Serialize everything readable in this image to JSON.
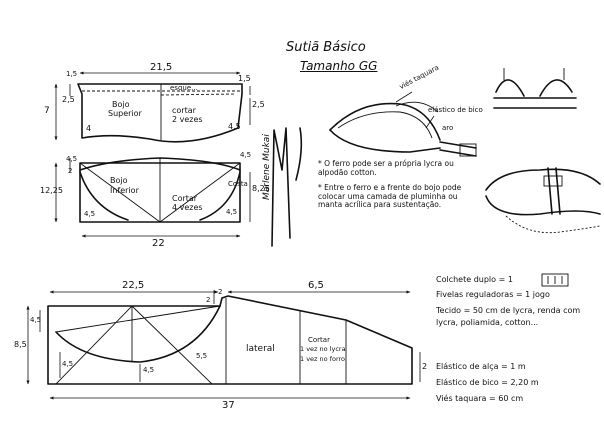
{
  "title": {
    "line1": "Sutiã Básico",
    "line2": "Tamanho GG"
  },
  "signature": "Marlene Mukai",
  "top_piece": {
    "width": "21,5",
    "left_small": "1,5",
    "left_height": "7",
    "left_mid": "2,5",
    "right_top": "1,5",
    "right_mid": "2,5",
    "bottom_left": "4",
    "bottom_right": "4,5",
    "edge_label": "esque...",
    "name": [
      "Bojo",
      "Superior"
    ],
    "cut": [
      "cortar",
      "2 vezes"
    ]
  },
  "middle_piece": {
    "width": "22",
    "left_top": "4,5",
    "left_mid": "2",
    "left_height": "12,25",
    "right_top": "4,5",
    "right_mid": "8,25",
    "right_edge": "Costa",
    "bottom_left": "4,5",
    "bottom_right": "4,5",
    "name": [
      "Bojo",
      "Inferior"
    ],
    "cut": [
      "Cortar",
      "4 vezes"
    ]
  },
  "bottom_piece": {
    "left_width": "22,5",
    "right_width": "6,5",
    "total_width": "37",
    "left_top": "4,5",
    "left_height": "8,5",
    "left_low": "4,5",
    "small_2a": "2",
    "small_2b": "2",
    "right_end": "2",
    "center_low": "4,5",
    "diag": "5,5",
    "lateral": "lateral",
    "cut": [
      "Cortar",
      "1 vez no lycra",
      "1 vez no forro"
    ]
  },
  "side_drawing": {
    "labels": [
      "viés taquara",
      "elástico de bico",
      "aro"
    ]
  },
  "notes": [
    "* O ferro pode ser a própria lycra ou alpodão cotton.",
    "* Entre o ferro e a frente do bojo pode colocar uma camada de pluminha ou manta acrílica para sustentação."
  ],
  "materials": [
    "Colchete duplo = 1",
    "Fivelas reguladoras = 1 jogo",
    "Tecido = 50 cm de lycra, renda com lycra, poliamida, cotton...",
    "Elástico de alça = 1 m",
    "Elástico de bico = 2,20 m",
    "Viés taquara = 60 cm"
  ]
}
